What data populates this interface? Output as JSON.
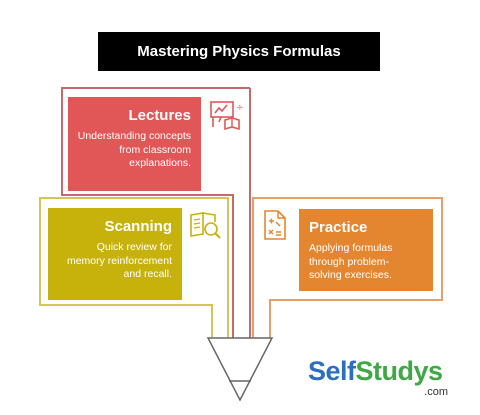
{
  "title": "Mastering Physics Formulas",
  "colors": {
    "lectures": "#e15757",
    "scanning": "#c7b20b",
    "practice": "#e4862f",
    "lectures_outline": "#c56a6a",
    "scanning_outline": "#d3c55a",
    "practice_outline": "#e3a16a",
    "funnel_outline": "#666666"
  },
  "cards": {
    "lectures": {
      "title": "Lectures",
      "description": "Understanding concepts from classroom explanations.",
      "icon": "presentation-board-book-icon"
    },
    "scanning": {
      "title": "Scanning",
      "description": "Quick review for memory reinforcement and recall.",
      "icon": "book-magnifier-icon"
    },
    "practice": {
      "title": "Practice",
      "description": "Applying formulas through problem-solving exercises.",
      "icon": "formula-document-icon"
    }
  },
  "logo": {
    "self": "Self",
    "studys": "Studys",
    "domain": ".com"
  }
}
